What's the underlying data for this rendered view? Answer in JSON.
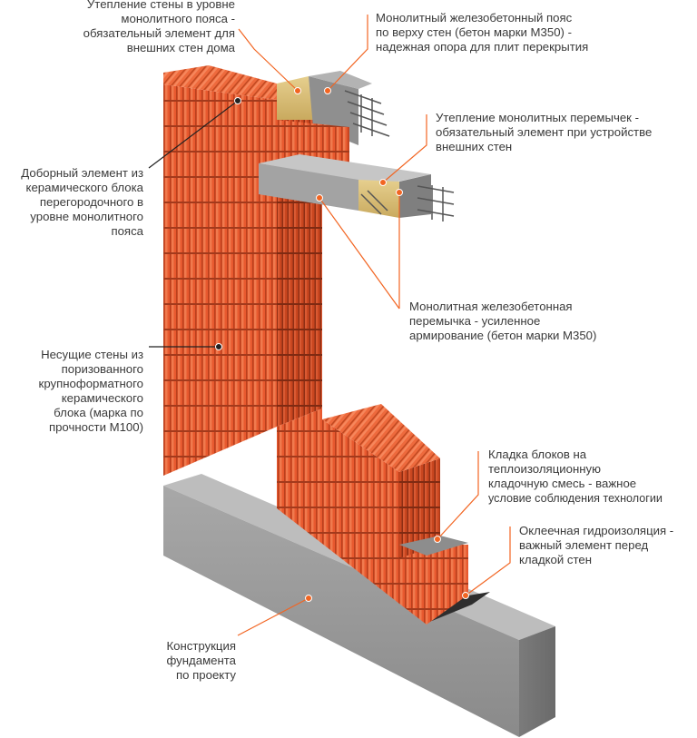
{
  "colors": {
    "accent": "#f26522",
    "brick": "#e2572e",
    "concrete": "#9b9b9b",
    "leader_dark": "#222222"
  },
  "labels": {
    "wall_insulation": [
      "Утепление стены в уровне",
      "монолитного пояса -",
      "обязательный элемент для",
      "внешних стен дома"
    ],
    "ring_beam": [
      "Монолитный железобетонный пояс",
      "по верху стен (бетон марки М350) -",
      "надежная опора для плит перекрытия"
    ],
    "lintel_insulation": [
      "Утепление монолитных перемычек -",
      "обязательный элемент при устройстве",
      "внешних стен"
    ],
    "additional_element": [
      "Доборный элемент из",
      "керамического блока",
      "перегородочного в",
      "уровне монолитного",
      "пояса"
    ],
    "lintel": [
      "Монолитная железобетонная",
      "перемычка - усиленное",
      "армирование (бетон марки М350)"
    ],
    "load_bearing_walls": [
      "Несущие стены из",
      "поризованного",
      "крупноформатного",
      "керамического",
      "блока (марка по",
      "прочности М100)"
    ],
    "masonry_mortar": [
      "Кладка блоков на",
      "теплоизоляционную",
      "кладочную смесь - важное",
      "условие соблюдения технологии"
    ],
    "waterproofing": [
      "Оклеечная гидроизоляция -",
      "важный элемент перед",
      "кладкой стен"
    ],
    "foundation": [
      "Конструкция",
      "фундамента",
      "по проекту"
    ]
  }
}
